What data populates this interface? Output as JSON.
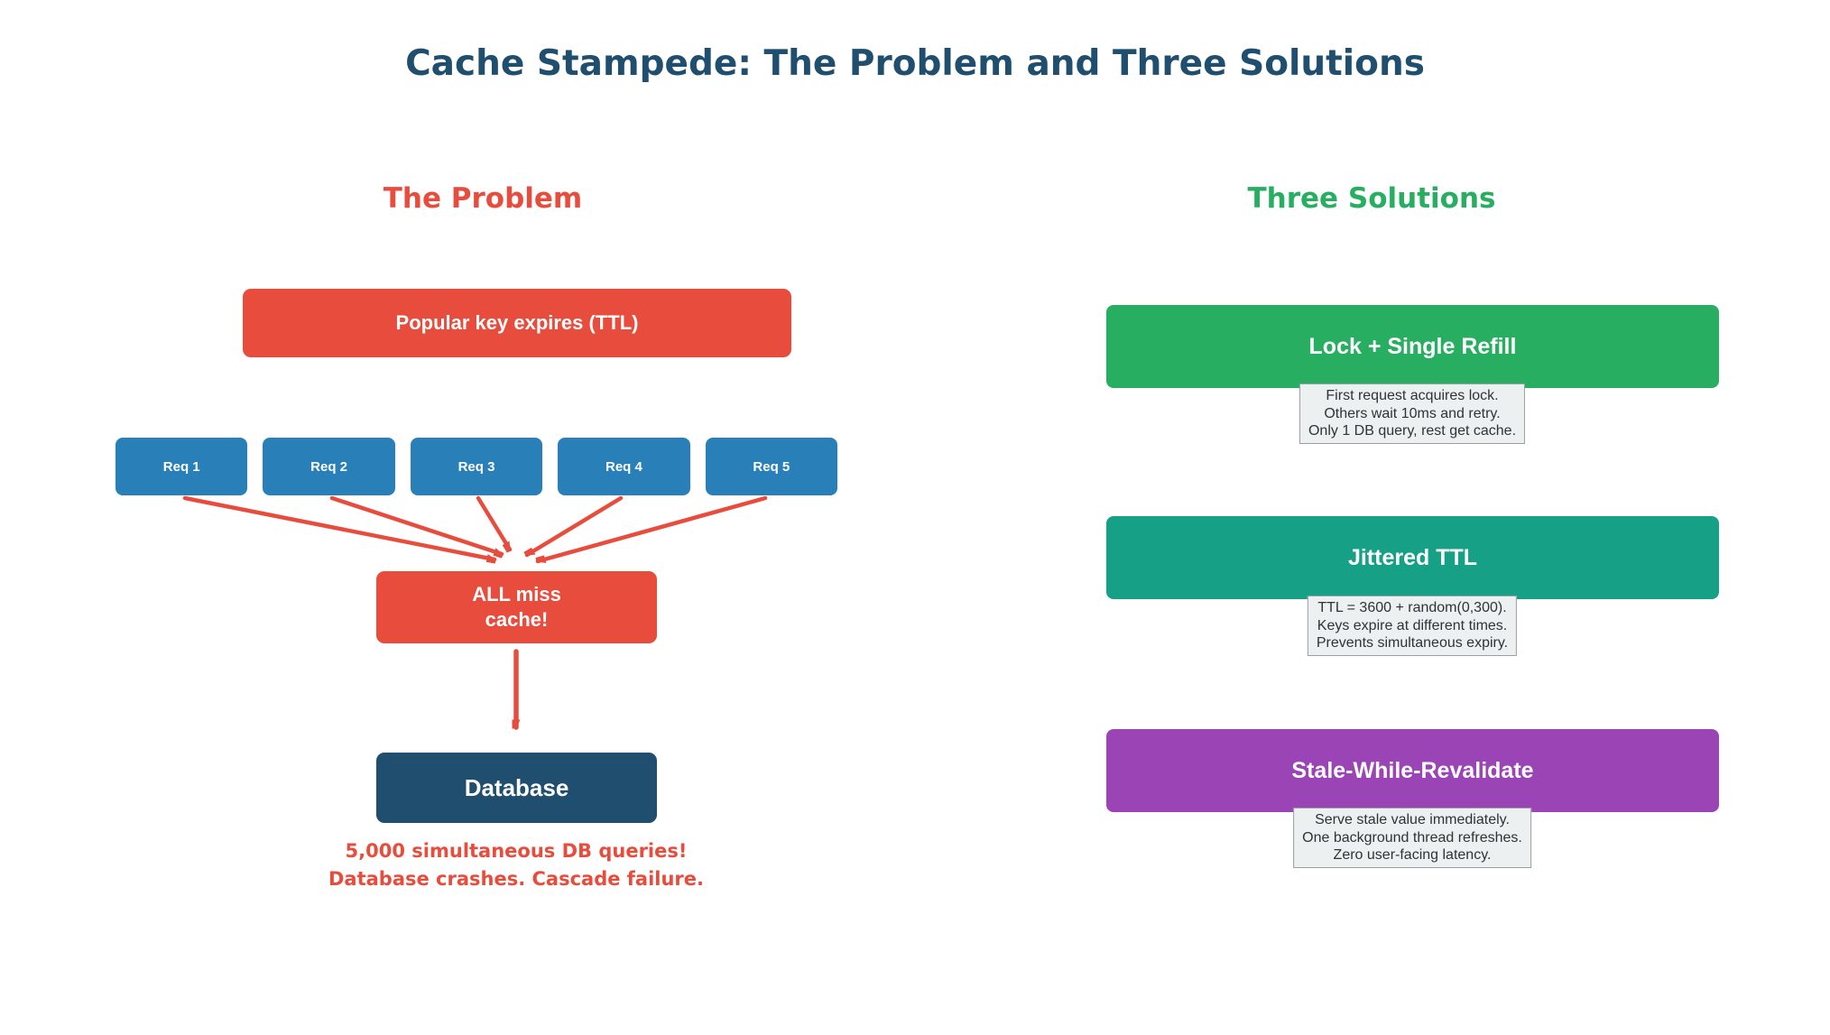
{
  "title": "Cache Stampede: The Problem and Three Solutions",
  "colors": {
    "title_text": "#1f4e6e",
    "problem_accent": "#e74c3c",
    "request_blue": "#2980b9",
    "database_navy": "#1f4e6e",
    "solutions_accent": "#27ae60",
    "solution_teal": "#16a085",
    "solution_purple": "#9b44b6",
    "note_bg": "#edf0f1",
    "note_border": "#9aa0a2",
    "note_text": "#2d3436"
  },
  "problem": {
    "heading": "The Problem",
    "trigger_label": "Popular key expires (TTL)",
    "requests": [
      "Req 1",
      "Req 2",
      "Req 3",
      "Req 4",
      "Req 5"
    ],
    "miss_line1": "ALL miss",
    "miss_line2": "cache!",
    "database_label": "Database",
    "caption_line1": "5,000 simultaneous DB queries!",
    "caption_line2": "Database crashes. Cascade failure."
  },
  "solutions": {
    "heading": "Three Solutions",
    "items": [
      {
        "title": "Lock + Single Refill",
        "color": "#27ae60",
        "notes": [
          "First request acquires lock.",
          "Others wait 10ms and retry.",
          "Only 1 DB query, rest get cache."
        ]
      },
      {
        "title": "Jittered TTL",
        "color": "#16a085",
        "notes": [
          "TTL = 3600 + random(0,300).",
          "Keys expire at different times.",
          "Prevents simultaneous expiry."
        ]
      },
      {
        "title": "Stale-While-Revalidate",
        "color": "#9b44b6",
        "notes": [
          "Serve stale value immediately.",
          "One background thread refreshes.",
          "Zero user-facing latency."
        ]
      }
    ]
  }
}
